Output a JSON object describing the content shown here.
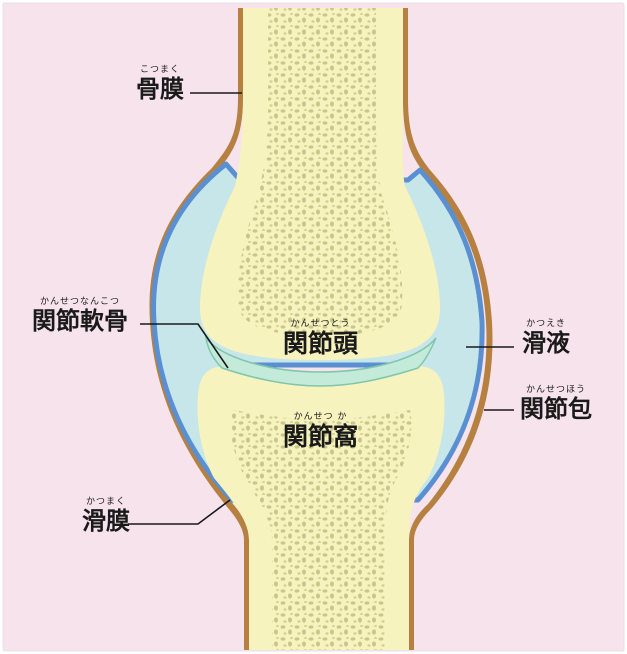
{
  "colors": {
    "background": "#f7e3ec",
    "bone": "#f6f3bf",
    "spongy": "#c9c68a",
    "cartilage": "#c4ead9",
    "fluid": "#c7e6ea",
    "synovial_membrane": "#5a8fd2",
    "periosteum": "#b58040",
    "leader_line": "#1a1a1a"
  },
  "labels": {
    "periosteum": {
      "ruby": "こつまく",
      "text": "骨膜"
    },
    "articular_cartilage": {
      "ruby": "かんせつなんこつ",
      "text": "関節軟骨"
    },
    "joint_head": {
      "ruby": "かんせつとう",
      "text": "関節頭"
    },
    "synovial_fluid": {
      "ruby": "かつえき",
      "text": "滑液"
    },
    "joint_socket": {
      "ruby": "かんせつ か",
      "text": "関節窩"
    },
    "joint_capsule": {
      "ruby": "かんせつほう",
      "text": "関節包"
    },
    "synovial_membrane": {
      "ruby": "かつまく",
      "text": "滑膜"
    }
  }
}
